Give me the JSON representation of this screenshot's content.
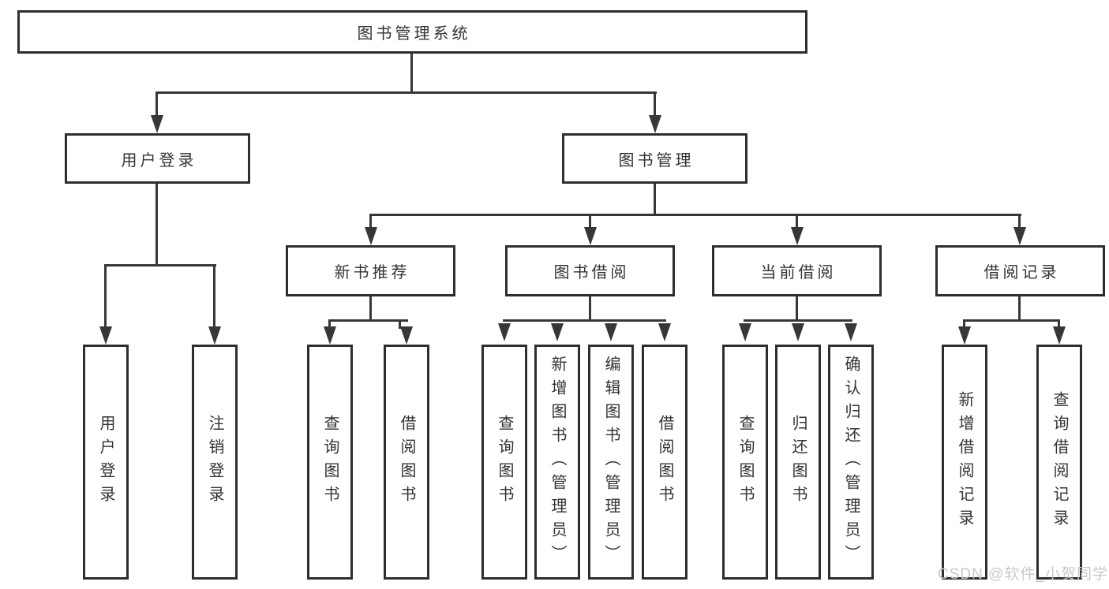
{
  "diagram": {
    "root": {
      "label": "图书管理系统"
    },
    "branches": [
      {
        "label": "用户登录",
        "leaves": [
          {
            "label": "用户登录"
          },
          {
            "label": "注销登录"
          }
        ]
      },
      {
        "label": "图书管理",
        "children": [
          {
            "label": "新书推荐",
            "leaves": [
              {
                "label": "查询图书"
              },
              {
                "label": "借阅图书"
              }
            ]
          },
          {
            "label": "图书借阅",
            "leaves": [
              {
                "label": "查询图书"
              },
              {
                "label": "新增图书（管理员）"
              },
              {
                "label": "编辑图书（管理员）"
              },
              {
                "label": "借阅图书"
              }
            ]
          },
          {
            "label": "当前借阅",
            "leaves": [
              {
                "label": "查询图书"
              },
              {
                "label": "归还图书"
              },
              {
                "label": "确认归还（管理员）"
              }
            ]
          },
          {
            "label": "借阅记录",
            "leaves": [
              {
                "label": "新增借阅记录"
              },
              {
                "label": "查询借阅记录"
              }
            ]
          }
        ]
      }
    ]
  },
  "watermark": {
    "text": "CSDN @软件_小贺同学"
  },
  "colors": {
    "line": "#373737",
    "box_border": "#2e2e2e",
    "text": "#333333",
    "bg": "#ffffff",
    "watermark": "#c9c9c9"
  }
}
